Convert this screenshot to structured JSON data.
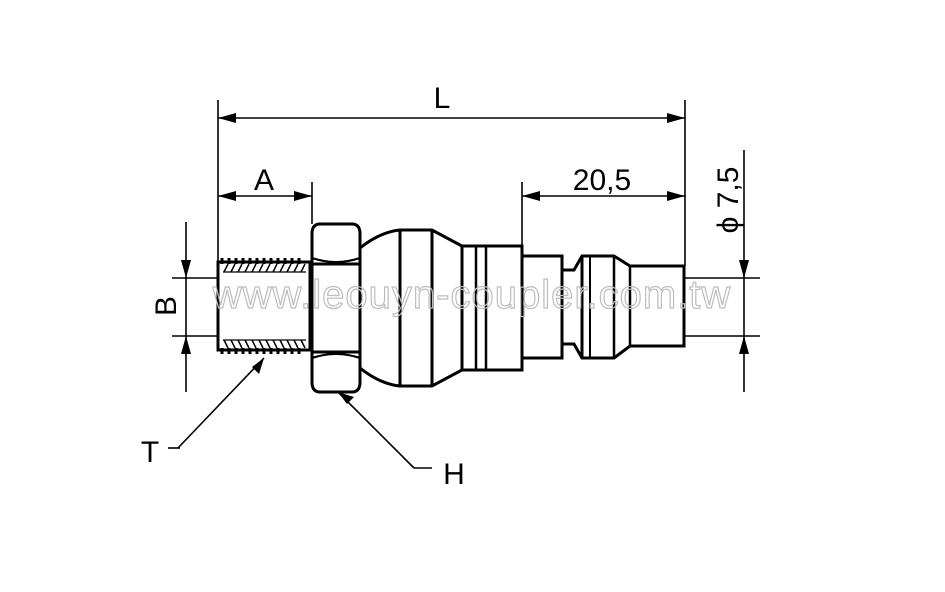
{
  "dimensions": {
    "overall_length": "L",
    "thread_length": "A",
    "thread_diameter": "B",
    "plug_length": "20,5",
    "plug_diameter": "ϕ 7,5"
  },
  "callouts": {
    "thread": "T",
    "hex": "H"
  },
  "watermark": "www.leouyn-coupler.com.tw"
}
